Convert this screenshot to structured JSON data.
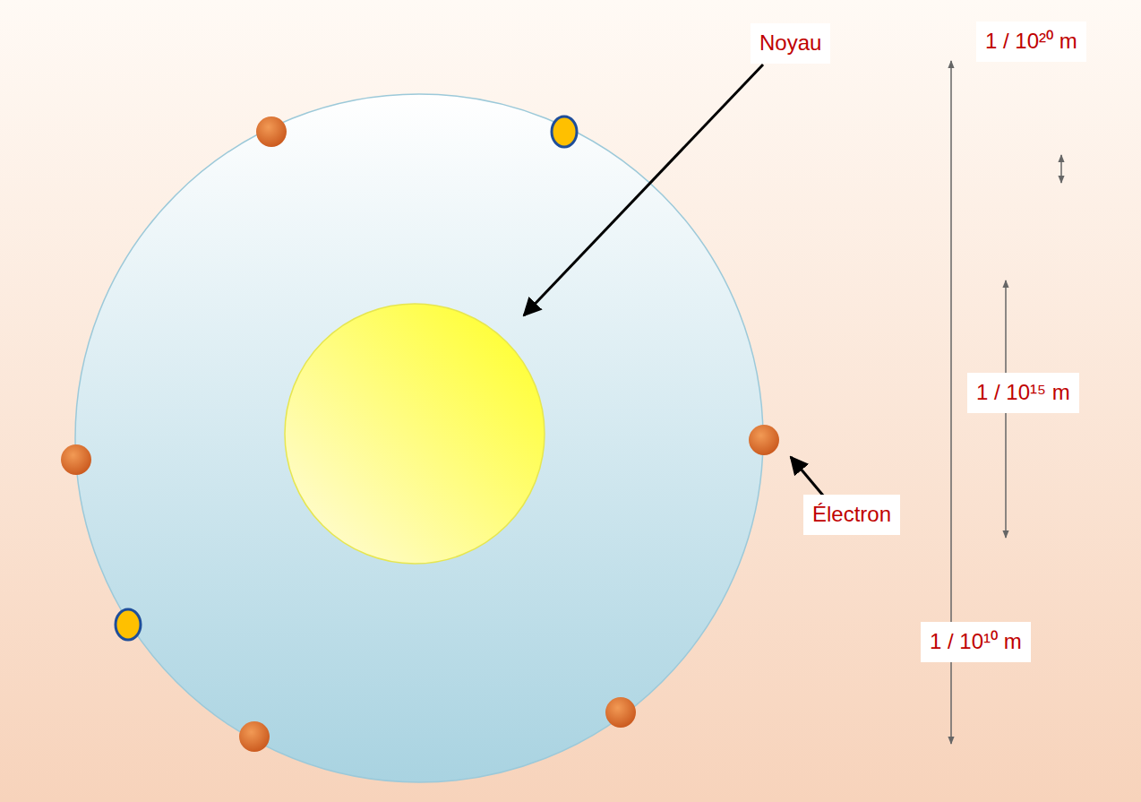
{
  "diagram": {
    "labels": [
      "Noyau",
      "Électron",
      "1 / 10²⁰ m",
      "1 / 10¹⁵ m",
      "1 / 10¹⁰ m"
    ]
  }
}
